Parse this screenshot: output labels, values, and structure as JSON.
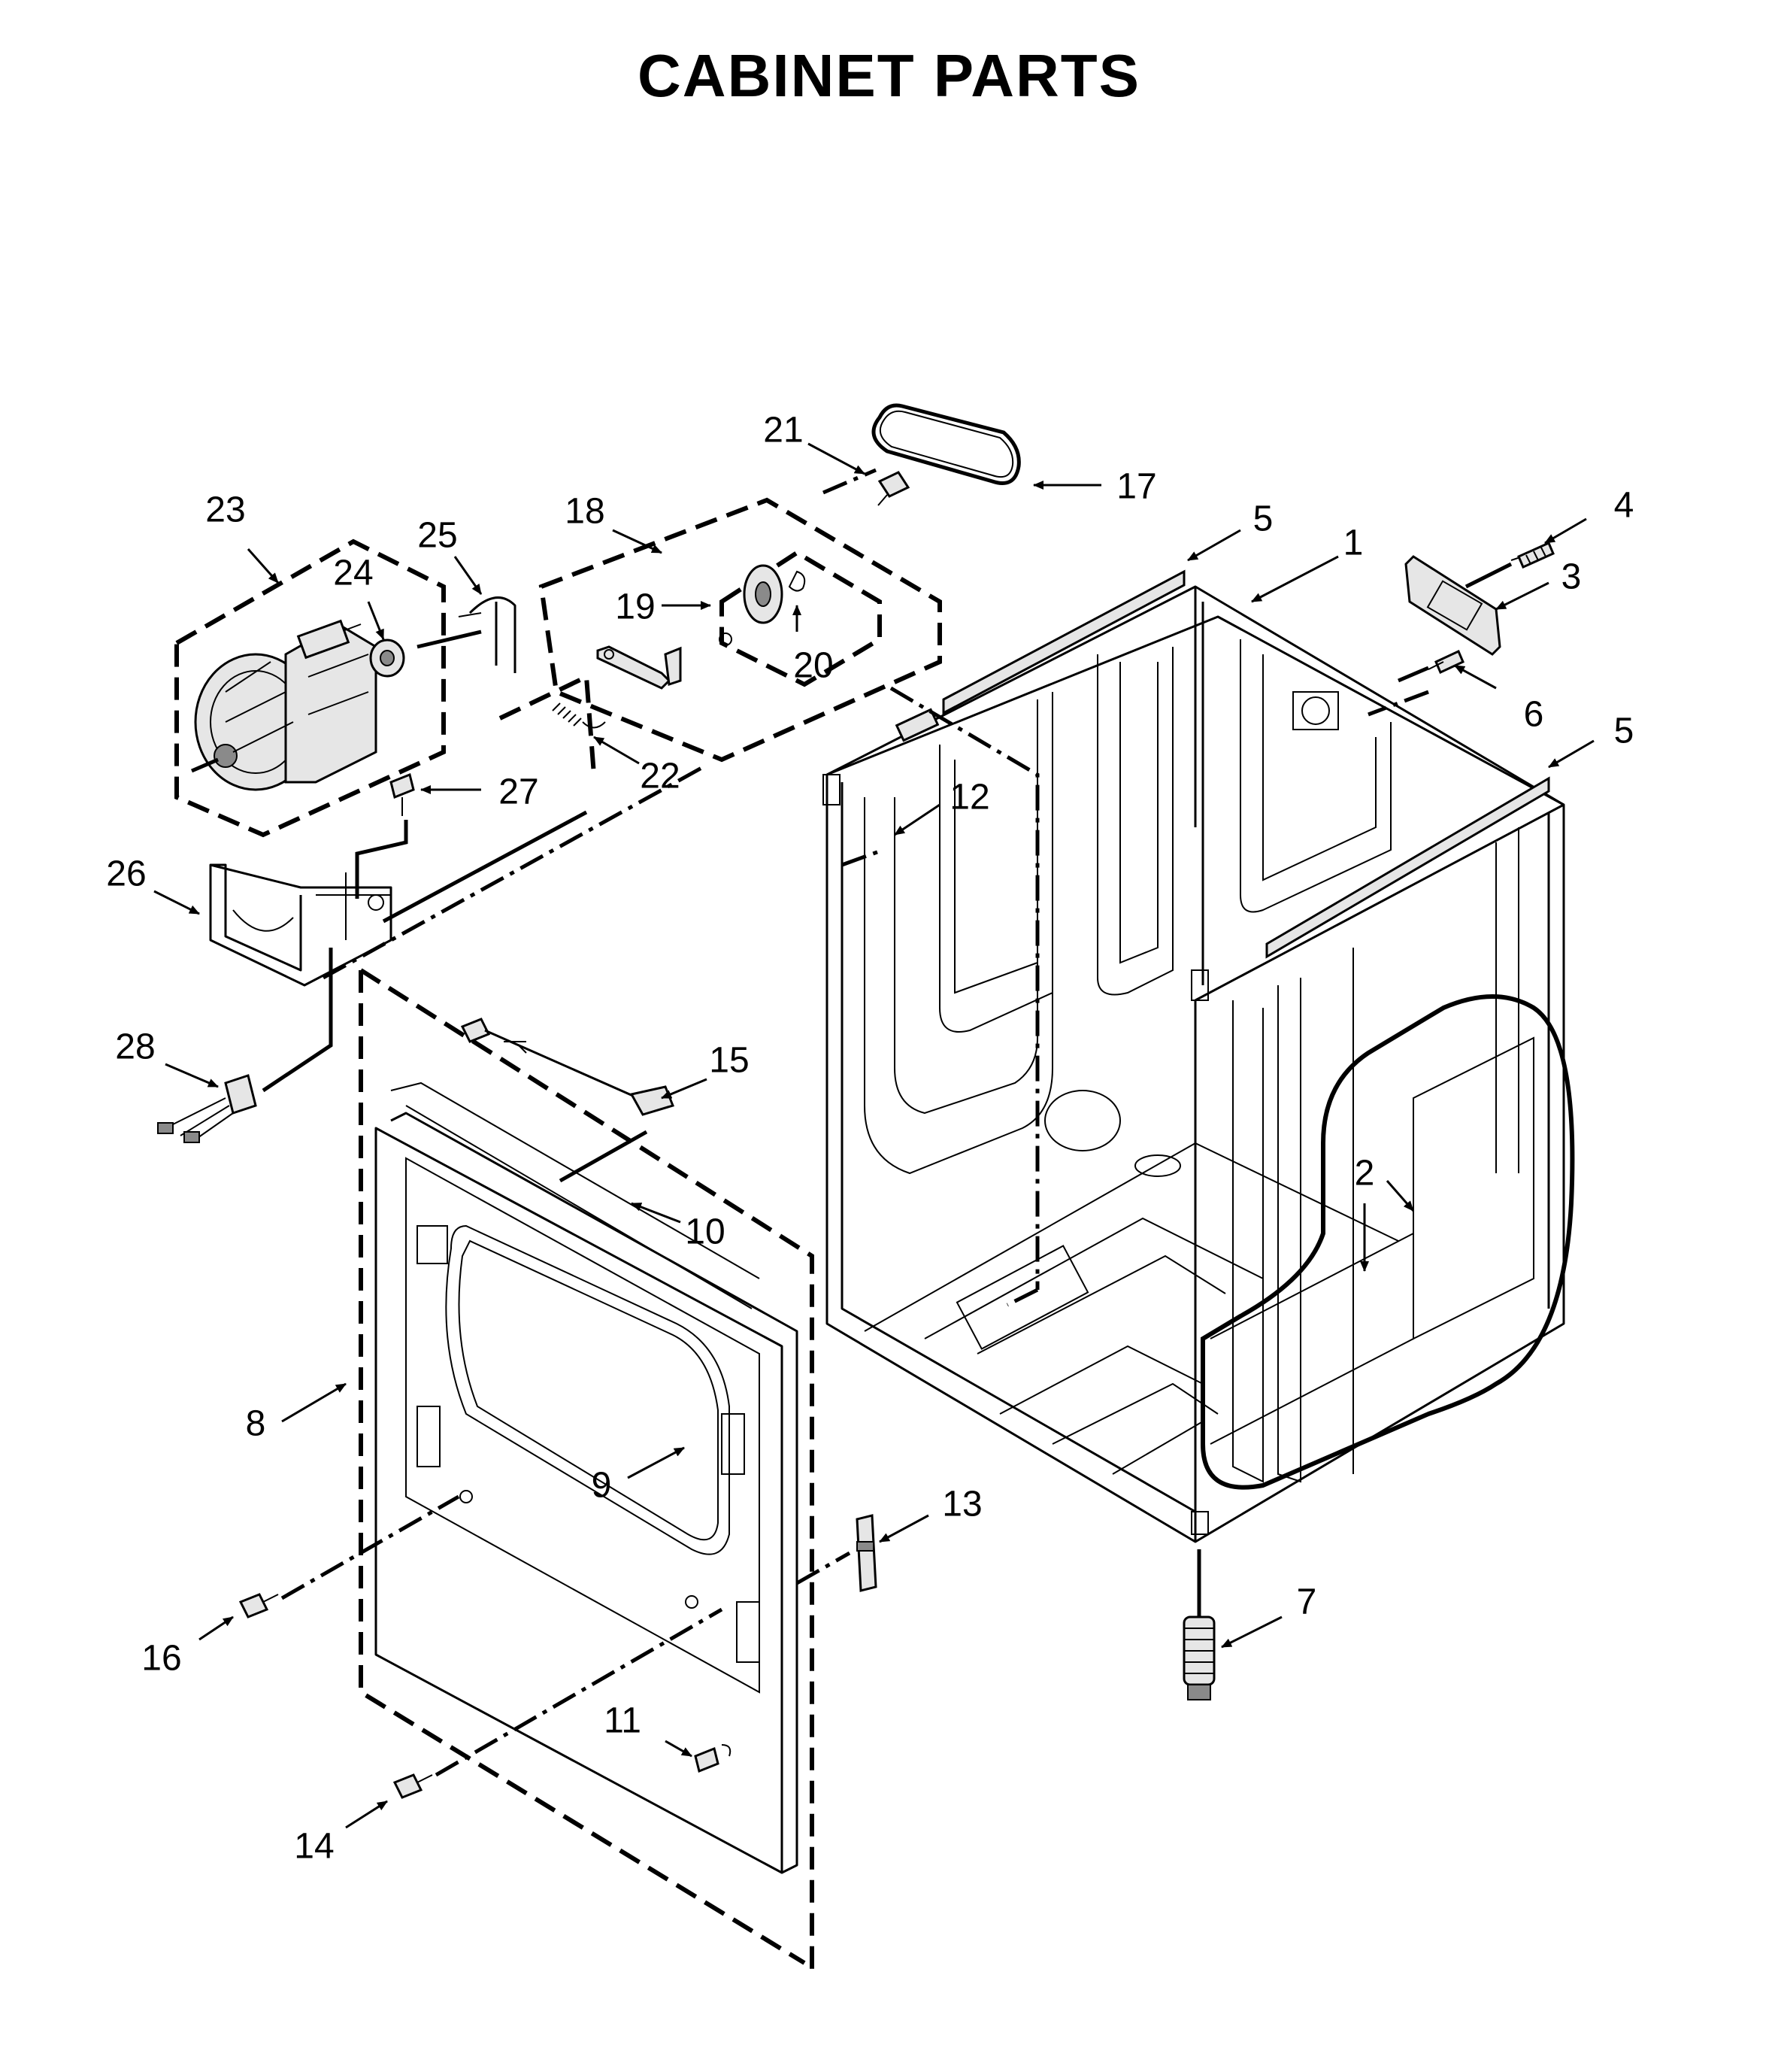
{
  "title": "CABINET PARTS",
  "callouts": [
    {
      "id": "c1",
      "label": "1"
    },
    {
      "id": "c2",
      "label": "2"
    },
    {
      "id": "c3",
      "label": "3"
    },
    {
      "id": "c4",
      "label": "4"
    },
    {
      "id": "c5a",
      "label": "5"
    },
    {
      "id": "c5b",
      "label": "5"
    },
    {
      "id": "c6",
      "label": "6"
    },
    {
      "id": "c7",
      "label": "7"
    },
    {
      "id": "c8",
      "label": "8"
    },
    {
      "id": "c9",
      "label": "9"
    },
    {
      "id": "c10",
      "label": "10"
    },
    {
      "id": "c11",
      "label": "11"
    },
    {
      "id": "c12",
      "label": "12"
    },
    {
      "id": "c13",
      "label": "13"
    },
    {
      "id": "c14",
      "label": "14"
    },
    {
      "id": "c15",
      "label": "15"
    },
    {
      "id": "c16",
      "label": "16"
    },
    {
      "id": "c17",
      "label": "17"
    },
    {
      "id": "c18",
      "label": "18"
    },
    {
      "id": "c19",
      "label": "19"
    },
    {
      "id": "c20",
      "label": "20"
    },
    {
      "id": "c21",
      "label": "21"
    },
    {
      "id": "c22",
      "label": "22"
    },
    {
      "id": "c23",
      "label": "23"
    },
    {
      "id": "c24",
      "label": "24"
    },
    {
      "id": "c25",
      "label": "25"
    },
    {
      "id": "c26",
      "label": "26"
    },
    {
      "id": "c27",
      "label": "27"
    },
    {
      "id": "c28",
      "label": "28"
    }
  ]
}
